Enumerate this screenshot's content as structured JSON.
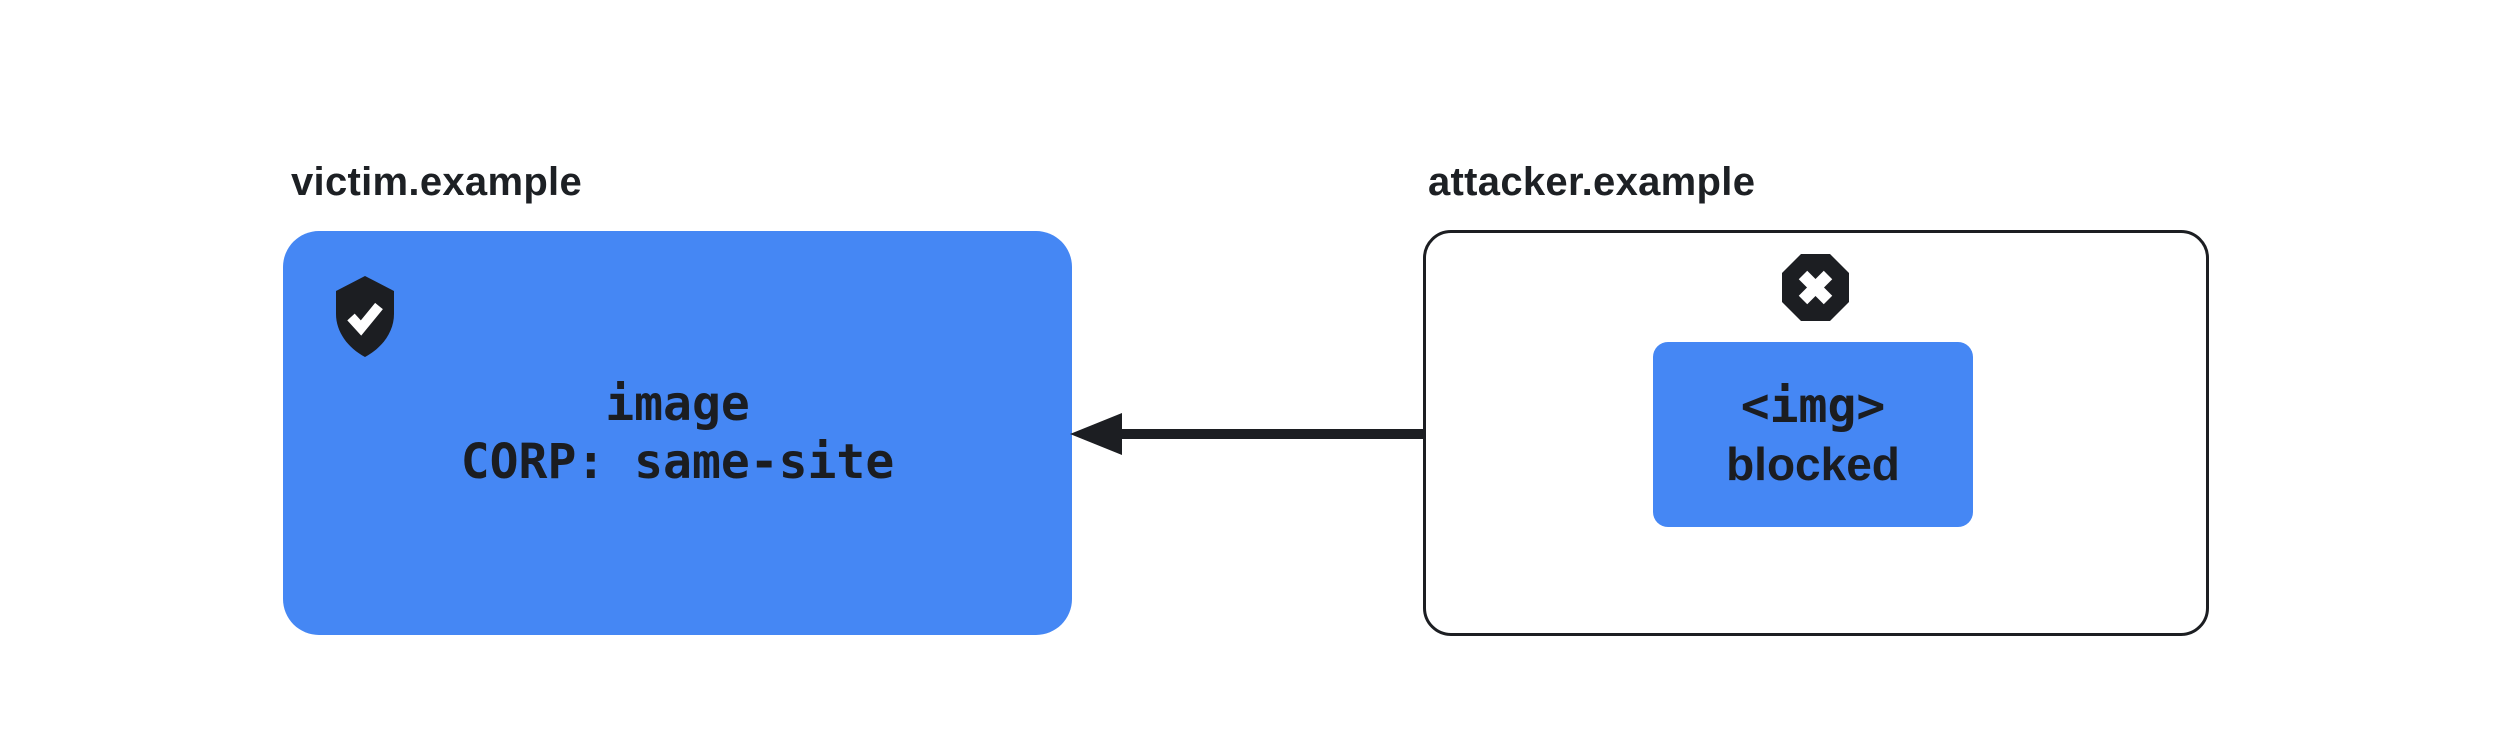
{
  "victim": {
    "domain_label": "victim.example",
    "resource_box": {
      "line1": "image",
      "line2": "CORP: same-site"
    },
    "icon": "shield-check-icon"
  },
  "attacker": {
    "domain_label": "attacker.example",
    "request_box": {
      "line1": "<img>",
      "line2": "blocked"
    },
    "icon": "octagon-x-icon"
  },
  "arrow": {
    "from": "attacker.example",
    "to": "victim.example",
    "direction": "right-to-left"
  },
  "colors": {
    "accent_blue": "#4587F4",
    "dark": "#1C1E22",
    "background": "#FFFFFF"
  }
}
